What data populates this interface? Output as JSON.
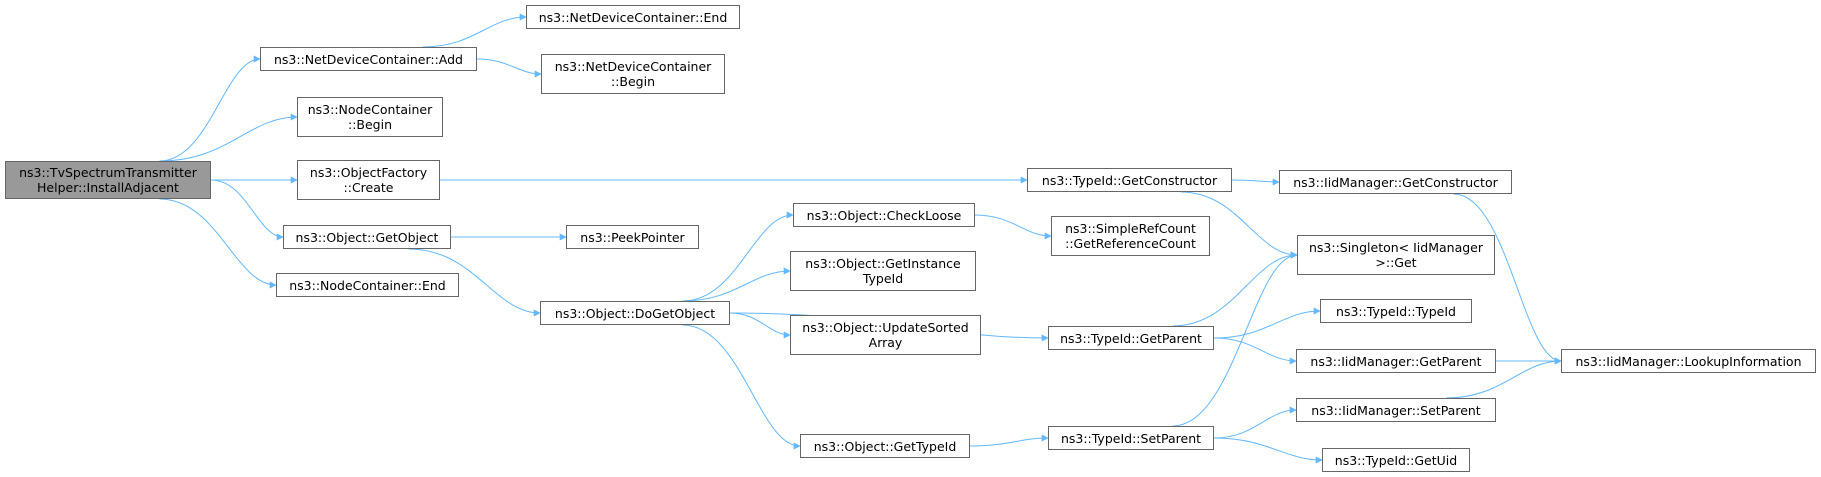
{
  "diagram": {
    "nodes": {
      "tvspectrum_install": [
        "ns3::TvSpectrumTransmitter",
        "Helper::InstallAdjacent"
      ],
      "ndc_add": [
        "ns3::NetDeviceContainer::Add"
      ],
      "ndc_end": [
        "ns3::NetDeviceContainer::End"
      ],
      "ndc_begin": [
        "ns3::NetDeviceContainer",
        "::Begin"
      ],
      "nc_begin": [
        "ns3::NodeContainer",
        "::Begin"
      ],
      "of_create": [
        "ns3::ObjectFactory",
        "::Create"
      ],
      "obj_getobject": [
        "ns3::Object::GetObject"
      ],
      "nc_end": [
        "ns3::NodeContainer::End"
      ],
      "peekpointer": [
        "ns3::PeekPointer"
      ],
      "obj_dogetobject": [
        "ns3::Object::DoGetObject"
      ],
      "obj_checkloose": [
        "ns3::Object::CheckLoose"
      ],
      "obj_getinstancetypeid": [
        "ns3::Object::GetInstance",
        "TypeId"
      ],
      "obj_updatesorted": [
        "ns3::Object::UpdateSorted",
        "Array"
      ],
      "obj_gettypeid": [
        "ns3::Object::GetTypeId"
      ],
      "typeid_getconstructor": [
        "ns3::TypeId::GetConstructor"
      ],
      "src_getrefcount": [
        "ns3::SimpleRefCount",
        "::GetReferenceCount"
      ],
      "typeid_getparent": [
        "ns3::TypeId::GetParent"
      ],
      "typeid_setparent": [
        "ns3::TypeId::SetParent"
      ],
      "iid_getconstructor": [
        "ns3::IidManager::GetConstructor"
      ],
      "singleton_get": [
        "ns3::Singleton< IidManager",
        ">::Get"
      ],
      "typeid_typeid": [
        "ns3::TypeId::TypeId"
      ],
      "iid_getparent": [
        "ns3::IidManager::GetParent"
      ],
      "iid_setparent": [
        "ns3::IidManager::SetParent"
      ],
      "typeid_getuid": [
        "ns3::TypeId::GetUid"
      ],
      "iid_lookup": [
        "ns3::IidManager::LookupInformation"
      ]
    },
    "edges": [
      [
        "tvspectrum_install",
        "ndc_add"
      ],
      [
        "tvspectrum_install",
        "nc_begin"
      ],
      [
        "tvspectrum_install",
        "of_create"
      ],
      [
        "tvspectrum_install",
        "obj_getobject"
      ],
      [
        "tvspectrum_install",
        "nc_end"
      ],
      [
        "ndc_add",
        "ndc_end"
      ],
      [
        "ndc_add",
        "ndc_begin"
      ],
      [
        "of_create",
        "typeid_getconstructor"
      ],
      [
        "obj_getobject",
        "peekpointer"
      ],
      [
        "obj_getobject",
        "obj_dogetobject"
      ],
      [
        "obj_dogetobject",
        "obj_checkloose"
      ],
      [
        "obj_dogetobject",
        "obj_getinstancetypeid"
      ],
      [
        "obj_dogetobject",
        "obj_updatesorted"
      ],
      [
        "obj_dogetobject",
        "typeid_getparent"
      ],
      [
        "obj_dogetobject",
        "obj_gettypeid"
      ],
      [
        "obj_checkloose",
        "src_getrefcount"
      ],
      [
        "obj_gettypeid",
        "typeid_setparent"
      ],
      [
        "typeid_getconstructor",
        "iid_getconstructor"
      ],
      [
        "typeid_getconstructor",
        "singleton_get"
      ],
      [
        "typeid_getparent",
        "singleton_get"
      ],
      [
        "typeid_getparent",
        "typeid_typeid"
      ],
      [
        "typeid_getparent",
        "iid_getparent"
      ],
      [
        "typeid_setparent",
        "singleton_get"
      ],
      [
        "typeid_setparent",
        "iid_setparent"
      ],
      [
        "typeid_setparent",
        "typeid_getuid"
      ],
      [
        "iid_getconstructor",
        "iid_lookup"
      ],
      [
        "iid_getparent",
        "iid_lookup"
      ],
      [
        "iid_setparent",
        "iid_lookup"
      ]
    ],
    "colors": {
      "edge": "#63b8ff",
      "node_border": "#666666",
      "root_fill": "#999999"
    }
  }
}
